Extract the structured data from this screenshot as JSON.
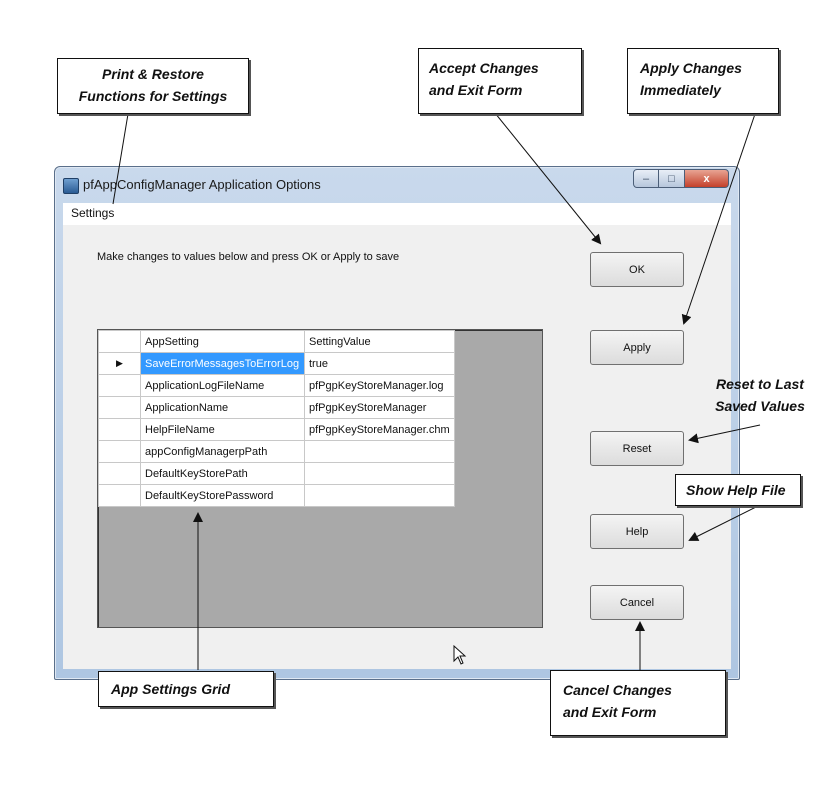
{
  "window": {
    "title": "pfAppConfigManager Application Options",
    "controls": {
      "minimize": "–",
      "maximize": "□",
      "close": "x"
    }
  },
  "menu": {
    "settings": "Settings"
  },
  "instruction": "Make changes to values below and press OK or Apply to save",
  "grid": {
    "columns": [
      "AppSetting",
      "SettingValue"
    ],
    "current_row_marker": "▶",
    "rows": [
      {
        "setting": "SaveErrorMessagesToErrorLog",
        "value": "true"
      },
      {
        "setting": "ApplicationLogFileName",
        "value": "pfPgpKeyStoreManager.log"
      },
      {
        "setting": "ApplicationName",
        "value": "pfPgpKeyStoreManager"
      },
      {
        "setting": "HelpFileName",
        "value": "pfPgpKeyStoreManager.chm"
      },
      {
        "setting": "appConfigManagerpPath",
        "value": ""
      },
      {
        "setting": "DefaultKeyStorePath",
        "value": ""
      },
      {
        "setting": "DefaultKeyStorePassword",
        "value": ""
      }
    ]
  },
  "buttons": {
    "ok": "OK",
    "apply": "Apply",
    "reset": "Reset",
    "help": "Help",
    "cancel": "Cancel"
  },
  "callouts": {
    "print_restore": [
      "Print & Restore",
      "Functions for Settings"
    ],
    "accept": [
      "Accept Changes",
      "and Exit Form"
    ],
    "apply": [
      "Apply Changes",
      "Immediately"
    ],
    "reset": [
      "Reset to Last",
      "Saved Values"
    ],
    "help": "Show Help File",
    "grid": "App Settings Grid",
    "cancel": [
      "Cancel Changes",
      "and Exit Form"
    ]
  },
  "icons": [
    "app-icon",
    "mouse-cursor-icon",
    "row-indicator-icon"
  ]
}
